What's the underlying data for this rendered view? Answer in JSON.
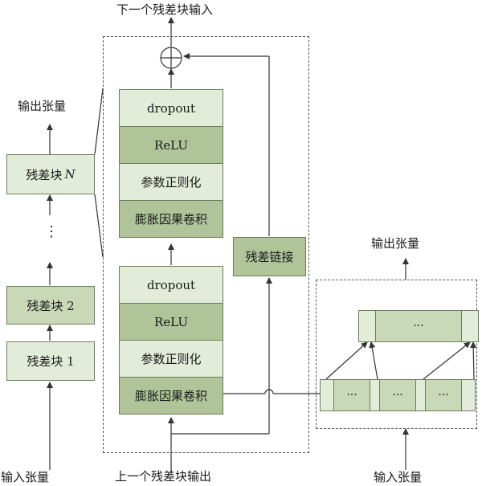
{
  "top": {
    "next_input": "下一个残差块输入",
    "prev_output": "上一个残差块输出"
  },
  "left": {
    "output_label": "输出张量",
    "block_n_prefix": "残差块",
    "block_n_var": "N",
    "ellipsis": "⋮",
    "block2": "残差块 2",
    "block1": "残差块 1",
    "input_label": "输入张量"
  },
  "middle": {
    "upper_stack": [
      "dropout",
      "ReLU",
      "参数正则化",
      "膨胀因果卷积"
    ],
    "lower_stack": [
      "dropout",
      "ReLU",
      "参数正则化",
      "膨胀因果卷积"
    ],
    "residual_link": "残差链接",
    "sum_symbol": "⊕"
  },
  "right": {
    "output_label": "输出张量",
    "input_label": "输入张量",
    "out_cell": "···",
    "in_cells": [
      "···",
      "···",
      "···"
    ]
  }
}
